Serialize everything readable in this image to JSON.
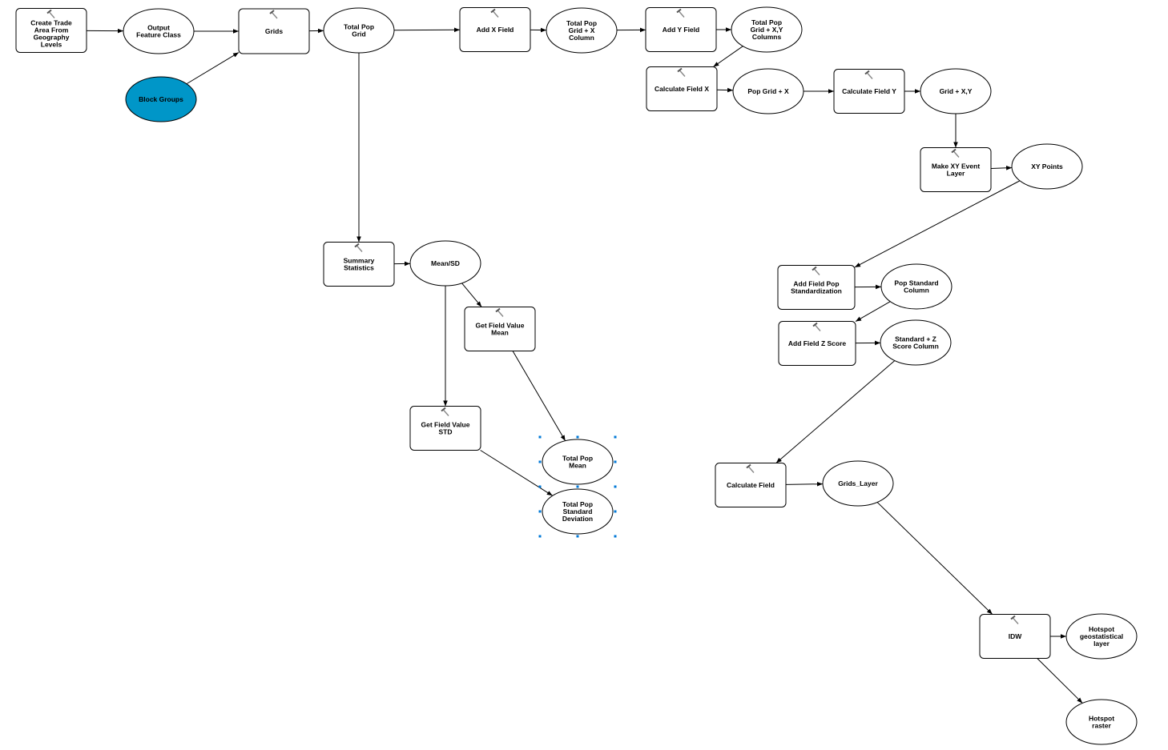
{
  "diagram": {
    "type": "model-builder",
    "colors": {
      "input_data": "#0096C8",
      "stroke": "#000000",
      "selection": "#0078D7"
    },
    "nodes": [
      {
        "id": "t1",
        "kind": "tool",
        "lines": [
          "Create Trade",
          "Area From",
          "Geography",
          "Levels"
        ]
      },
      {
        "id": "e1",
        "kind": "data",
        "lines": [
          "Output",
          "Feature Class"
        ]
      },
      {
        "id": "e2",
        "kind": "input",
        "lines": [
          "Block Groups"
        ]
      },
      {
        "id": "t2",
        "kind": "tool",
        "lines": [
          "Grids"
        ]
      },
      {
        "id": "e3",
        "kind": "data",
        "lines": [
          "Total Pop",
          "Grid"
        ]
      },
      {
        "id": "t3",
        "kind": "tool",
        "lines": [
          "Add X Field"
        ]
      },
      {
        "id": "e4",
        "kind": "data",
        "lines": [
          "Total Pop",
          "Grid + X",
          "Column"
        ]
      },
      {
        "id": "t4",
        "kind": "tool",
        "lines": [
          "Add Y Field"
        ]
      },
      {
        "id": "e5",
        "kind": "data",
        "lines": [
          "Total Pop",
          "Grid + X,Y",
          "Columns"
        ]
      },
      {
        "id": "t5",
        "kind": "tool",
        "lines": [
          "Calculate Field X"
        ]
      },
      {
        "id": "e6",
        "kind": "data",
        "lines": [
          "Pop Grid + X"
        ]
      },
      {
        "id": "t6",
        "kind": "tool",
        "lines": [
          "Calculate Field Y"
        ]
      },
      {
        "id": "e7",
        "kind": "data",
        "lines": [
          "Grid + X,Y"
        ]
      },
      {
        "id": "t7",
        "kind": "tool",
        "lines": [
          "Make XY Event",
          "Layer"
        ]
      },
      {
        "id": "e8",
        "kind": "data",
        "lines": [
          "XY Points"
        ]
      },
      {
        "id": "t8",
        "kind": "tool",
        "lines": [
          "Summary",
          "Statistics"
        ]
      },
      {
        "id": "e9",
        "kind": "data",
        "lines": [
          "Mean/SD"
        ]
      },
      {
        "id": "t9",
        "kind": "tool",
        "lines": [
          "Get Field Value",
          "Mean"
        ]
      },
      {
        "id": "t10",
        "kind": "tool",
        "lines": [
          "Get Field Value",
          "STD"
        ]
      },
      {
        "id": "e10",
        "kind": "data",
        "selected": true,
        "lines": [
          "Total Pop",
          "Mean"
        ]
      },
      {
        "id": "e11",
        "kind": "data",
        "selected": true,
        "lines": [
          "Total Pop",
          "Standard",
          "Deviation"
        ]
      },
      {
        "id": "t11",
        "kind": "tool",
        "lines": [
          "Add Field Pop",
          "Standardization"
        ]
      },
      {
        "id": "e12",
        "kind": "data",
        "lines": [
          "Pop Standard",
          "Column"
        ]
      },
      {
        "id": "t12",
        "kind": "tool",
        "lines": [
          "Add Field Z Score"
        ]
      },
      {
        "id": "e13",
        "kind": "data",
        "lines": [
          "Standard + Z",
          "Score Column"
        ]
      },
      {
        "id": "t13",
        "kind": "tool",
        "lines": [
          "Calculate Field"
        ]
      },
      {
        "id": "e14",
        "kind": "data",
        "lines": [
          "Grids_Layer"
        ]
      },
      {
        "id": "t14",
        "kind": "tool",
        "lines": [
          "IDW"
        ]
      },
      {
        "id": "e15",
        "kind": "data",
        "lines": [
          "Hotspot",
          "geostatistical",
          "layer"
        ]
      },
      {
        "id": "e16",
        "kind": "data",
        "lines": [
          "Hotspot",
          "raster"
        ]
      }
    ],
    "edges": [
      [
        "t1",
        "e1"
      ],
      [
        "e1",
        "t2"
      ],
      [
        "e2",
        "t2"
      ],
      [
        "t2",
        "e3"
      ],
      [
        "e3",
        "t3"
      ],
      [
        "e3",
        "t8"
      ],
      [
        "t3",
        "e4"
      ],
      [
        "e4",
        "t4"
      ],
      [
        "t4",
        "e5"
      ],
      [
        "e5",
        "t5"
      ],
      [
        "t5",
        "e6"
      ],
      [
        "e6",
        "t6"
      ],
      [
        "t6",
        "e7"
      ],
      [
        "e7",
        "t7"
      ],
      [
        "t7",
        "e8"
      ],
      [
        "e8",
        "t11"
      ],
      [
        "t11",
        "e12"
      ],
      [
        "e12",
        "t12"
      ],
      [
        "t12",
        "e13"
      ],
      [
        "e13",
        "t13"
      ],
      [
        "t13",
        "e14"
      ],
      [
        "e14",
        "t14"
      ],
      [
        "t14",
        "e15"
      ],
      [
        "t14",
        "e16"
      ],
      [
        "t8",
        "e9"
      ],
      [
        "e9",
        "t9"
      ],
      [
        "e9",
        "t10"
      ],
      [
        "t9",
        "e10"
      ],
      [
        "t10",
        "e11"
      ]
    ]
  }
}
